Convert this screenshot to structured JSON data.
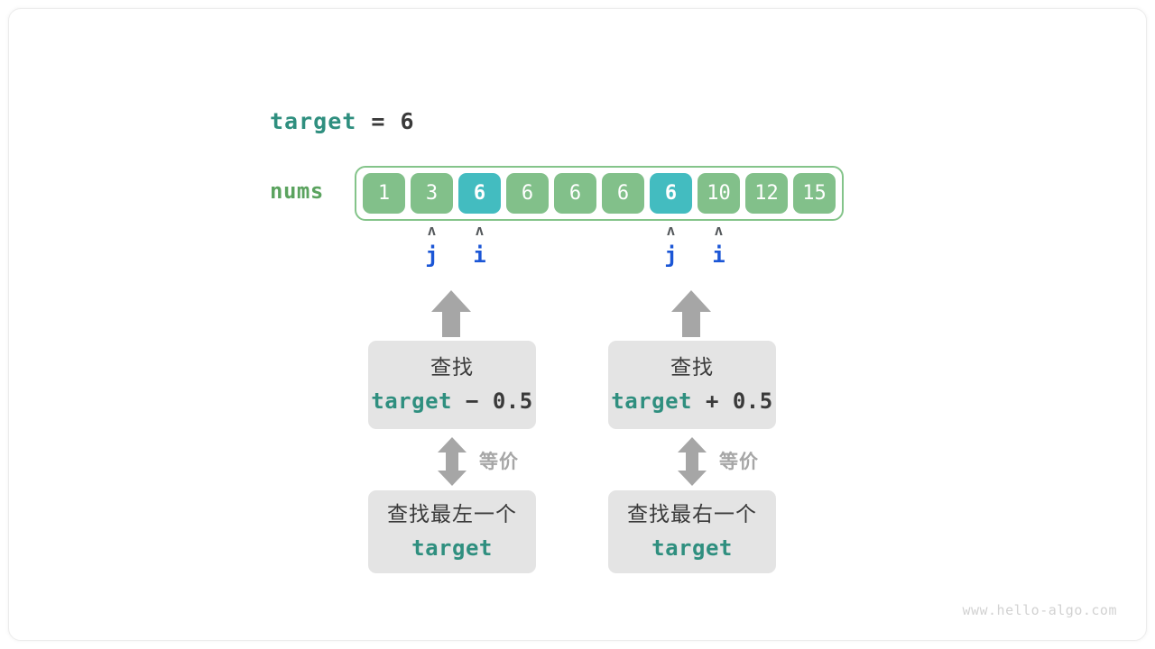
{
  "diagram": {
    "title_row": {
      "var_name": "target",
      "equals": "=",
      "value": "6"
    },
    "array": {
      "label": "nums",
      "cells": [
        {
          "value": "1",
          "highlight": false
        },
        {
          "value": "3",
          "highlight": false
        },
        {
          "value": "6",
          "highlight": true
        },
        {
          "value": "6",
          "highlight": false
        },
        {
          "value": "6",
          "highlight": false
        },
        {
          "value": "6",
          "highlight": false
        },
        {
          "value": "6",
          "highlight": true
        },
        {
          "value": "10",
          "highlight": false
        },
        {
          "value": "12",
          "highlight": false
        },
        {
          "value": "15",
          "highlight": false
        }
      ]
    },
    "pointers": [
      {
        "name": "j",
        "caret": "ʌ",
        "cell_index": 1,
        "group": "left"
      },
      {
        "name": "i",
        "caret": "ʌ",
        "cell_index": 2,
        "group": "left"
      },
      {
        "name": "j",
        "caret": "ʌ",
        "cell_index": 6,
        "group": "right"
      },
      {
        "name": "i",
        "caret": "ʌ",
        "cell_index": 7,
        "group": "right"
      }
    ],
    "branches": [
      {
        "side": "left",
        "top_box": {
          "line1": "查找",
          "var_name": "target",
          "operator": "−",
          "operand": "0.5"
        },
        "equiv_label": "等价",
        "bottom_box": {
          "line1": "查找最左一个",
          "line2": "target"
        }
      },
      {
        "side": "right",
        "top_box": {
          "line1": "查找",
          "var_name": "target",
          "operator": "+",
          "operand": "0.5"
        },
        "equiv_label": "等价",
        "bottom_box": {
          "line1": "查找最右一个",
          "line2": "target"
        }
      }
    ],
    "watermark": "www.hello-algo.com",
    "colors": {
      "teal_accent": "#2f8f7f",
      "cell_green": "#82c08a",
      "cell_highlight": "#43bcc0",
      "array_border": "#84c48a",
      "pointer_blue": "#1b56d6",
      "box_gray": "#e4e4e4",
      "arrow_gray": "#a6a6a6",
      "text_dark": "#3a3a3a",
      "watermark_gray": "#d2d2d2"
    }
  }
}
